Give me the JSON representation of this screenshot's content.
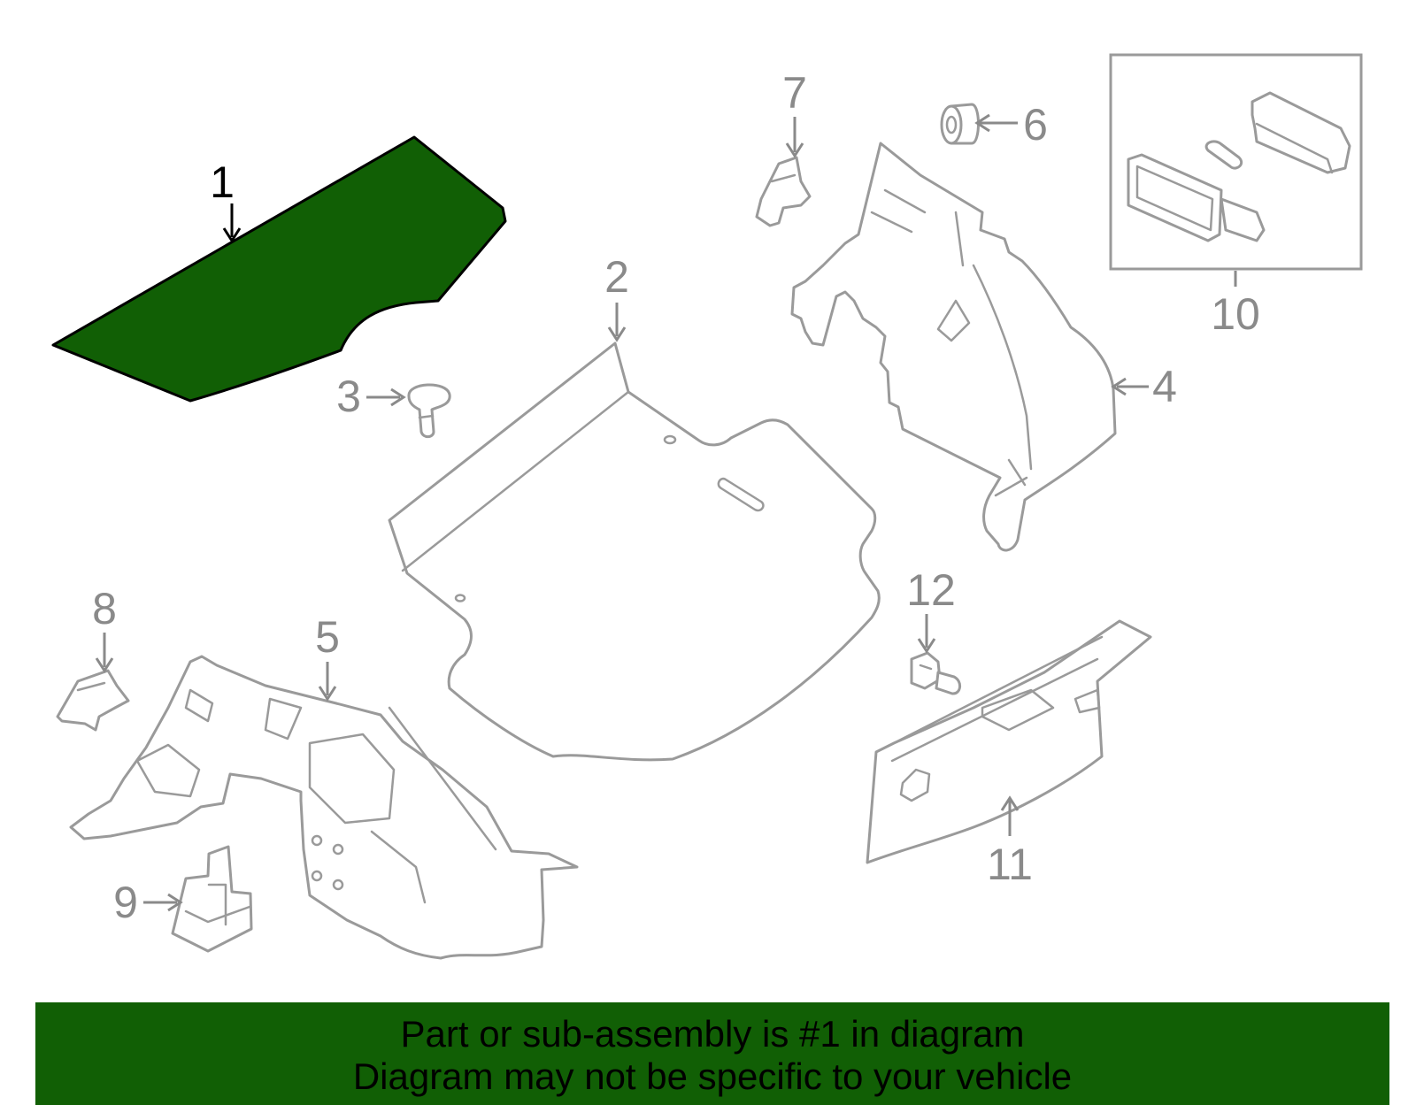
{
  "diagram": {
    "selected_part": "1",
    "highlight_color": "#115f05",
    "outline_color": "#9a9a9a",
    "callouts": [
      {
        "id": "1",
        "label": "1"
      },
      {
        "id": "2",
        "label": "2"
      },
      {
        "id": "3",
        "label": "3"
      },
      {
        "id": "4",
        "label": "4"
      },
      {
        "id": "5",
        "label": "5"
      },
      {
        "id": "6",
        "label": "6"
      },
      {
        "id": "7",
        "label": "7"
      },
      {
        "id": "8",
        "label": "8"
      },
      {
        "id": "9",
        "label": "9"
      },
      {
        "id": "10",
        "label": "10"
      },
      {
        "id": "11",
        "label": "11"
      },
      {
        "id": "12",
        "label": "12"
      }
    ]
  },
  "banner": {
    "background": "#115f05",
    "line1": "Part or sub-assembly is #1 in diagram",
    "line2": "Diagram may not be specific to your vehicle"
  }
}
